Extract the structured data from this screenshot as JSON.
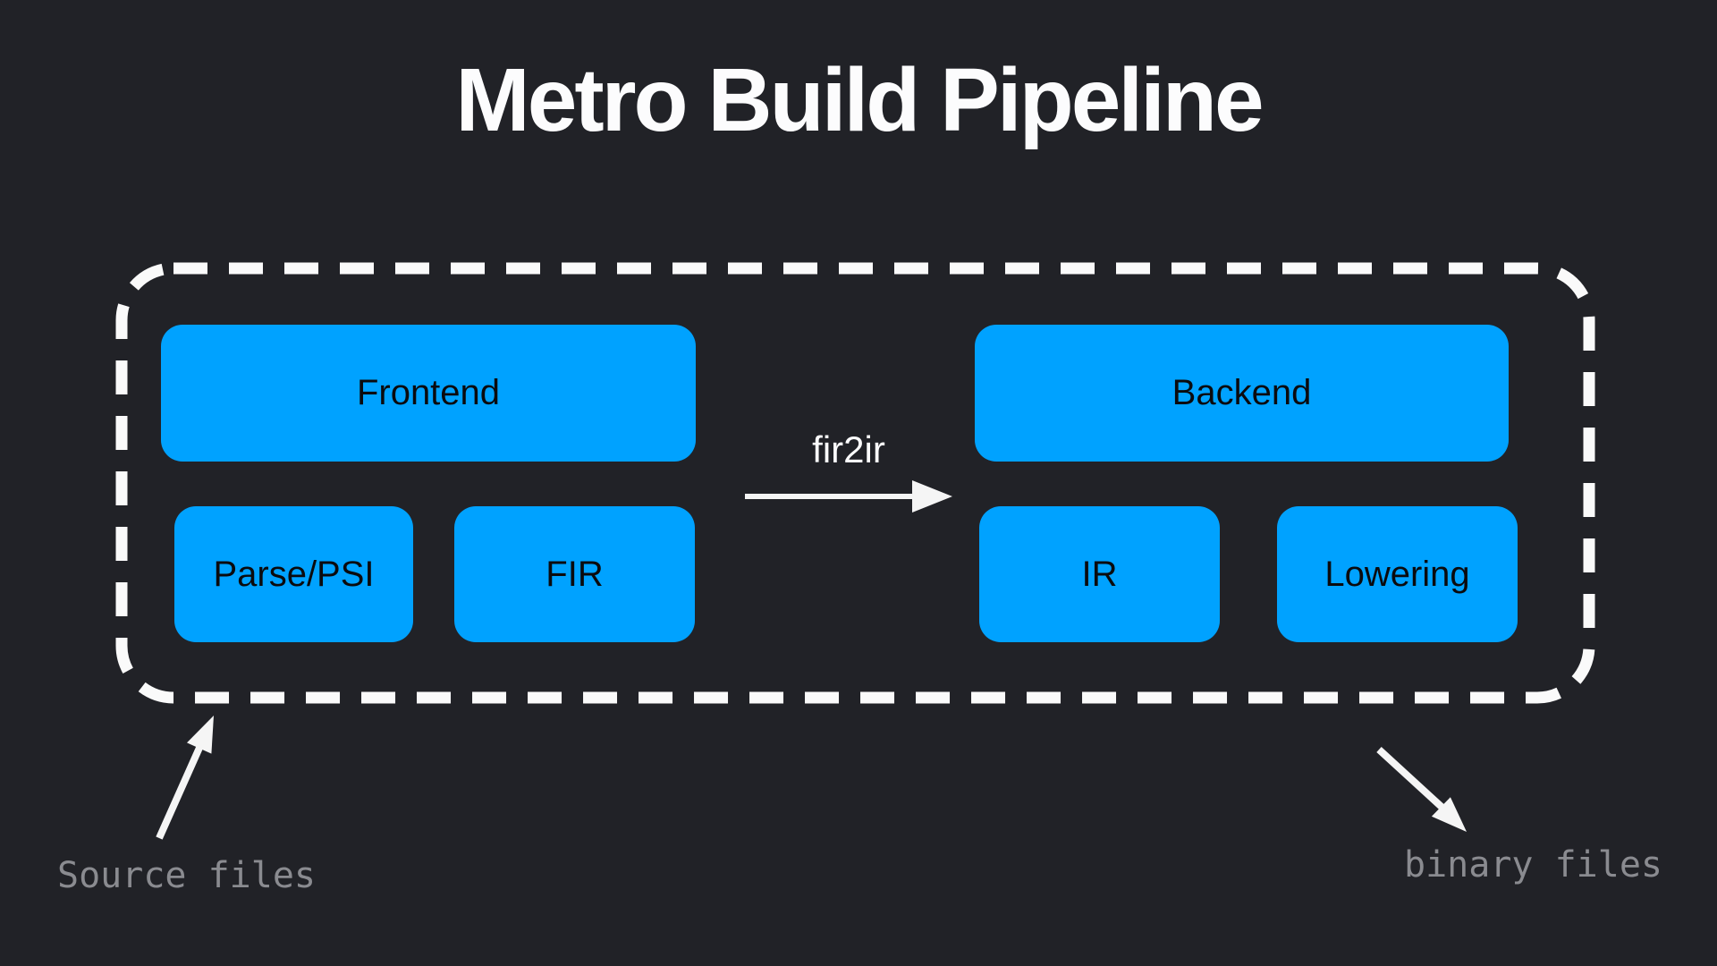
{
  "title": "Metro Build Pipeline",
  "pipeline": {
    "boxes": {
      "frontend": "Frontend",
      "parse_psi": "Parse/PSI",
      "fir": "FIR",
      "backend": "Backend",
      "ir": "IR",
      "lowering": "Lowering"
    },
    "transition_label": "fir2ir"
  },
  "annotations": {
    "source": "Source files",
    "binary": "binary files"
  },
  "colors": {
    "background": "#212227",
    "box_fill": "#00a2ff",
    "box_text": "#0b0b0e",
    "dash_border": "#fafafa",
    "arrow": "#f5f5f5",
    "annotation_text": "#8a8b90",
    "title_text": "#fcfcfd"
  }
}
